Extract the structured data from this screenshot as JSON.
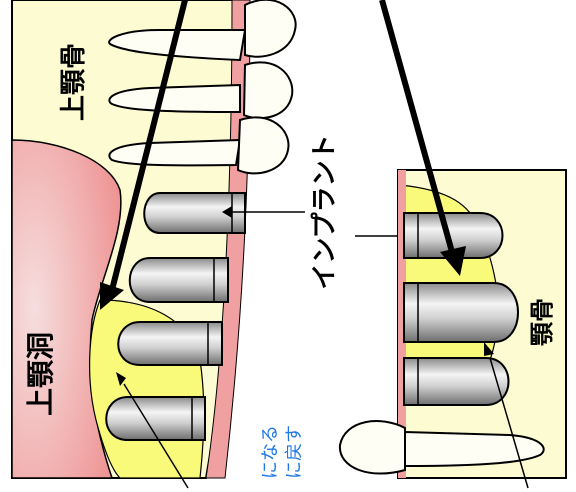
{
  "labels": {
    "upper_jaw_bone": "上顎骨",
    "maxillary_sinus": "上顎洞",
    "implant": "インプラント",
    "jaw_bone": "顎骨",
    "blue_line1": "になる",
    "blue_line2": "に戻す"
  },
  "colors": {
    "bone": "#fdfbd1",
    "graft": "#fafa7a",
    "sinus": "#f29a9a",
    "gum": "#f0a0a0",
    "implant": "#b8b8b8",
    "blue_text": "#1e78e6",
    "outline": "#000000"
  },
  "icons": [
    "arrow-icon",
    "tooth-icon",
    "implant-icon"
  ]
}
